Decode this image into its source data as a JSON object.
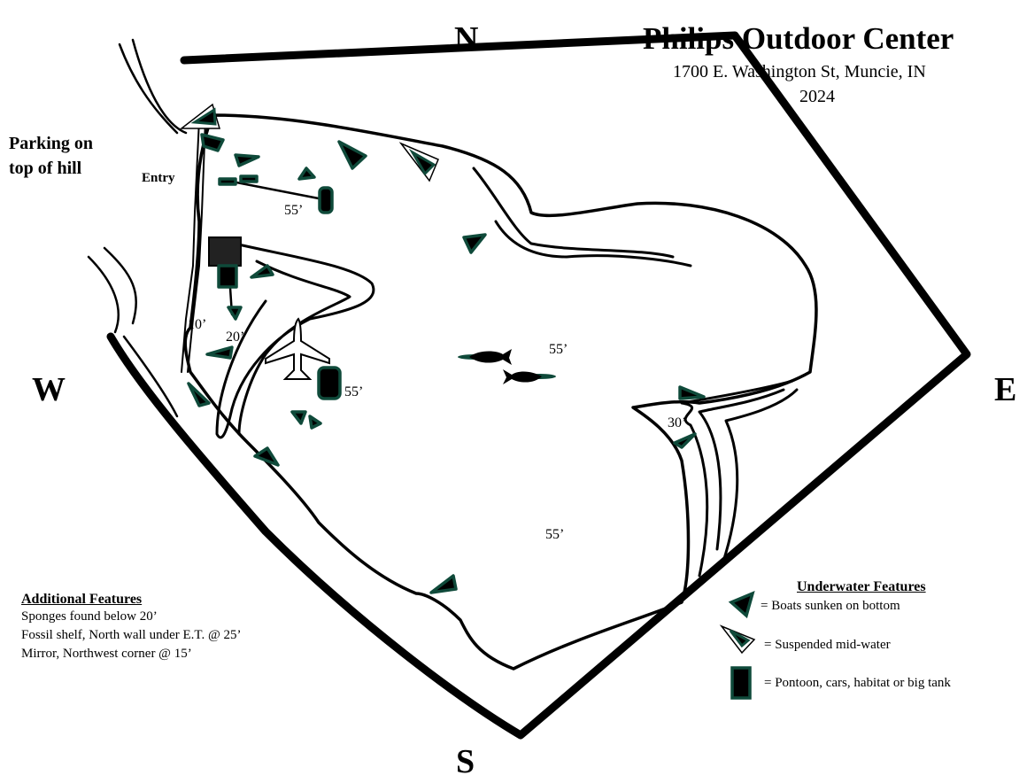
{
  "title": "Philips Outdoor Center",
  "address": "1700 E. Washington St, Muncie, IN",
  "year": "2024",
  "compass": {
    "north": "N",
    "south": "S",
    "east": "E",
    "west": "W"
  },
  "parking": [
    "Parking on",
    "top of hill"
  ],
  "entry": "Entry",
  "depths": [
    "55’",
    "10’",
    "20’",
    "55’",
    "55’",
    "30’",
    "55’"
  ],
  "additional_features": {
    "heading": "Additional Features",
    "items": [
      "Sponges found below 20’",
      "Fossil shelf, North wall under E.T. @ 25’",
      "Mirror, Northwest corner @ 15’"
    ]
  },
  "legend": {
    "heading": "Underwater Features",
    "items": [
      {
        "icon": "sunken-boat-icon",
        "label": "= Boats sunken on bottom"
      },
      {
        "icon": "suspended-boat-icon",
        "label": "= Suspended mid-water"
      },
      {
        "icon": "pontoon-icon",
        "label": "= Pontoon, cars,  habitat or big tank"
      }
    ]
  },
  "colors": {
    "marker_outline": "#0f4a3a",
    "marker_fill": "#000000"
  }
}
